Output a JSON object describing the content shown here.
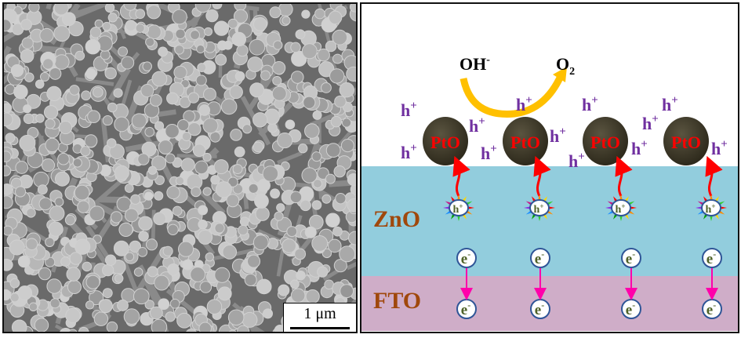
{
  "sem_panel": {
    "scale_bar_label": "1 μm"
  },
  "diagram": {
    "reactant": "OH",
    "reactant_charge": "-",
    "product": "O",
    "product_sub": "2",
    "particle_label": "PtO",
    "hole": "h",
    "hole_charge": "+",
    "electron": "e",
    "electron_charge": "-",
    "layers": [
      {
        "label": "ZnO",
        "color": "#92cddd"
      },
      {
        "label": "FTO",
        "color": "#cfadc8"
      }
    ],
    "colors": {
      "label": "#a0480c",
      "hole": "#7030a0",
      "particle_text": "#ff0000",
      "arrow_red": "#ff0000",
      "arrow_pink": "#ff00aa",
      "arc": "#ffc000"
    }
  }
}
